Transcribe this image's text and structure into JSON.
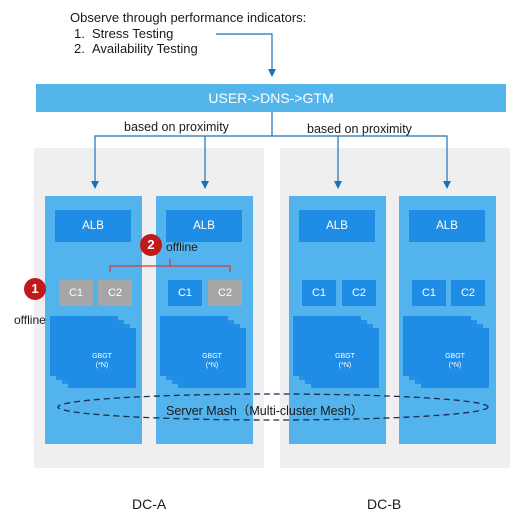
{
  "observe": {
    "title": "Observe through performance indicators:",
    "items": [
      {
        "num": "1.",
        "label": "Stress Testing"
      },
      {
        "num": "2.",
        "label": "Availability Testing"
      }
    ]
  },
  "banner": "USER->DNS->GTM",
  "proximity_label": "based on proximity",
  "alb_label": "ALB",
  "c1_label": "C1",
  "c2_label": "C2",
  "gbgt_label": "GBGT",
  "gbgt_sub": "(*N)",
  "mesh_label": "Server Mash（Multi-cluster Mesh）",
  "badge1": "1",
  "badge2": "2",
  "offline_label": "offline",
  "dc_a": "DC-A",
  "dc_b": "DC-B",
  "colors": {
    "banner": "#54b5ea",
    "column": "#53b3ec",
    "alb": "#1f8de6",
    "offline_cluster": "#a6a6a6",
    "badge": "#c01a1a",
    "bracket": "#d43a3a",
    "datacenter": "#efefef"
  }
}
